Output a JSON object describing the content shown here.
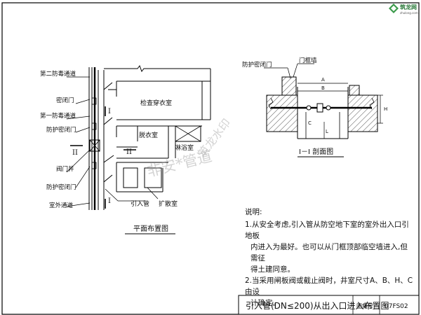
{
  "plan": {
    "title": "平面布置图",
    "labels": {
      "second_decon_passage": "第二防毒通道",
      "airtight_door": "密闭门",
      "first_decon_passage": "第一防毒通道",
      "blast_airtight_door_1": "防护密闭门",
      "valve_pit": "阀门井",
      "blast_airtight_door_2": "防护密闭门",
      "outdoor_passage": "室外通道",
      "inspection_room": "检查穿衣室",
      "undress_room": "脱衣室",
      "shower_room": "淋浴室",
      "inlet_pipe": "引入管",
      "expansion_room": "扩散室"
    },
    "section_marks": {
      "section_roman": "I",
      "section_roman_2": "II"
    }
  },
  "section": {
    "title": "I－I 剖面图",
    "labels": {
      "blast_airtight_door": "防护密闭门",
      "door_frame_wall": "门框墙",
      "dim_a": "A",
      "dim_b": "B",
      "dim_c": "C",
      "dim_h": "H",
      "dim_l": "L"
    }
  },
  "notes": {
    "heading": "说明:",
    "items": [
      "1.从安全考虑,引入管从防空地下室的室外出入口引地板",
      "内进入为最好。也可以从门框顶部临空墙进入,但需征",
      "得土建同意。",
      "2.当采用闸板阀或截止阀时，井室尺寸A、B、H、C由设",
      "计确定。"
    ]
  },
  "title_block": {
    "drawing_title": "引入管(DN≤200)从出入口进入布置图",
    "atlas_label": "图集号",
    "atlas_number": "07FS02"
  },
  "watermark": {
    "text_1": "非安*管道",
    "text_2": "筑龙水印"
  },
  "logo": {
    "name": "筑龙网",
    "url": "zhulong.com"
  }
}
